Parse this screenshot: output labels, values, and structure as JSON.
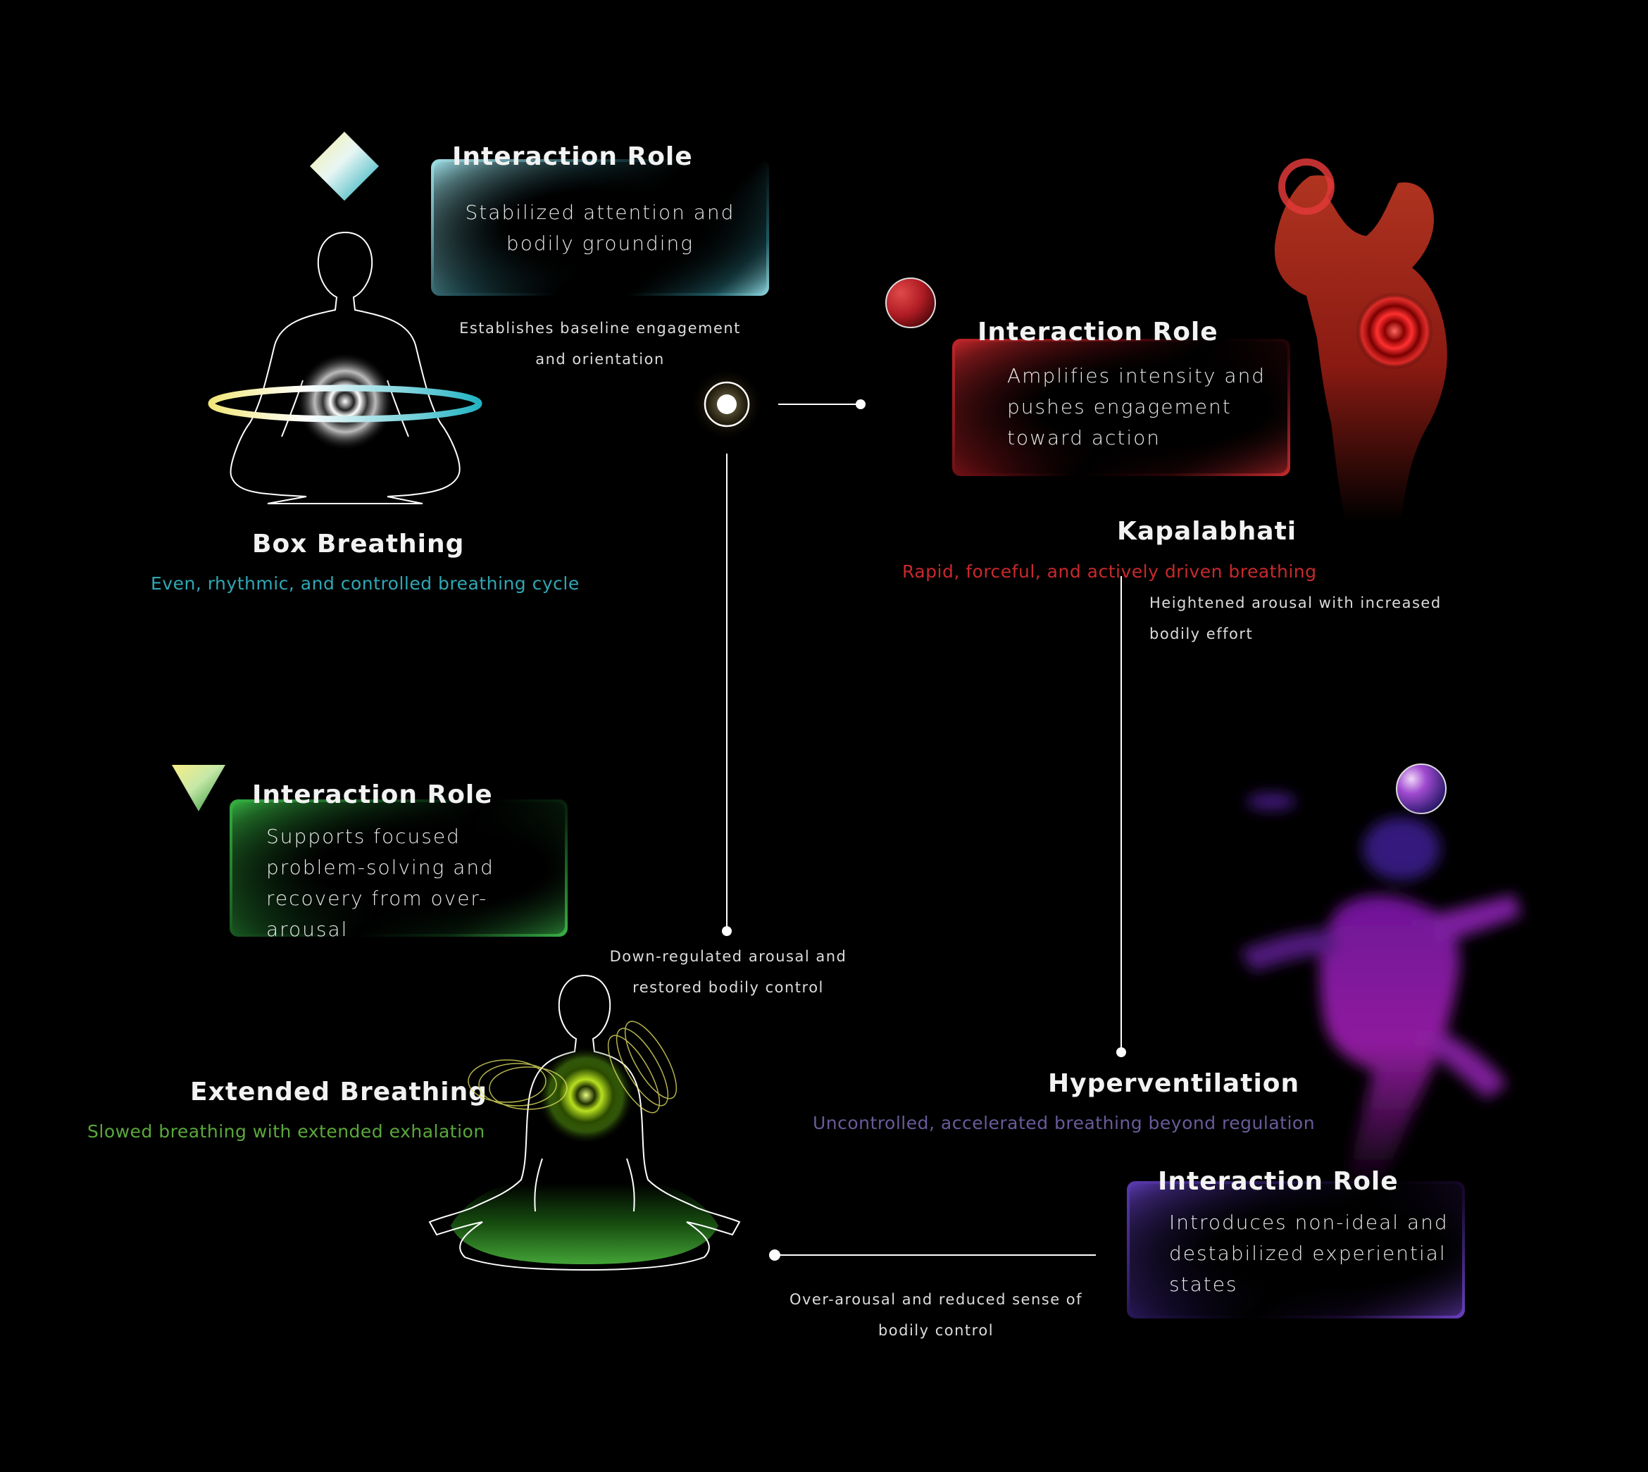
{
  "colors": {
    "box": "#2fa7b4",
    "kapalabhati": "#c8292c",
    "extended": "#5aa83c",
    "hyper": "#6a5a9a"
  },
  "nodes": {
    "box": {
      "icon": "diamond-icon",
      "role_title": "Interaction Role",
      "role_text_1": "Stabilized attention and",
      "role_text_2": "bodily grounding",
      "name": "Box Breathing",
      "subtitle": "Even, rhythmic, and controlled breathing cycle"
    },
    "kapalabhati": {
      "icon": "circle-icon",
      "role_title": "Interaction Role",
      "role_text_1": "Amplifies intensity and",
      "role_text_2": "pushes engagement",
      "role_text_3": "toward action",
      "name": "Kapalabhati",
      "subtitle": "Rapid, forceful, and actively driven breathing"
    },
    "extended": {
      "icon": "triangle-down-icon",
      "role_title": "Interaction Role",
      "role_text_1": "Supports focused",
      "role_text_2": "problem-solving and",
      "role_text_3": "recovery from over-arousal",
      "name": "Extended Breathing",
      "subtitle": "Slowed breathing with extended exhalation"
    },
    "hyper": {
      "icon": "sphere-icon",
      "role_title": "Interaction Role",
      "role_text_1": "Introduces non-ideal and",
      "role_text_2": "destabilized experiential",
      "role_text_3": "states",
      "name": "Hyperventilation",
      "subtitle": "Uncontrolled, accelerated breathing beyond regulation"
    }
  },
  "transitions": {
    "box_to_kapalabhati_1": "Establishes baseline engagement",
    "box_to_kapalabhati_2": "and orientation",
    "kapalabhati_to_hyper_1": "Heightened arousal with increased",
    "kapalabhati_to_hyper_2": "bodily effort",
    "hyper_to_extended_1": "Over-arousal and reduced sense of",
    "hyper_to_extended_2": "bodily control",
    "extended_to_box_1": "Down-regulated arousal and",
    "extended_to_box_2": "restored bodily control"
  }
}
